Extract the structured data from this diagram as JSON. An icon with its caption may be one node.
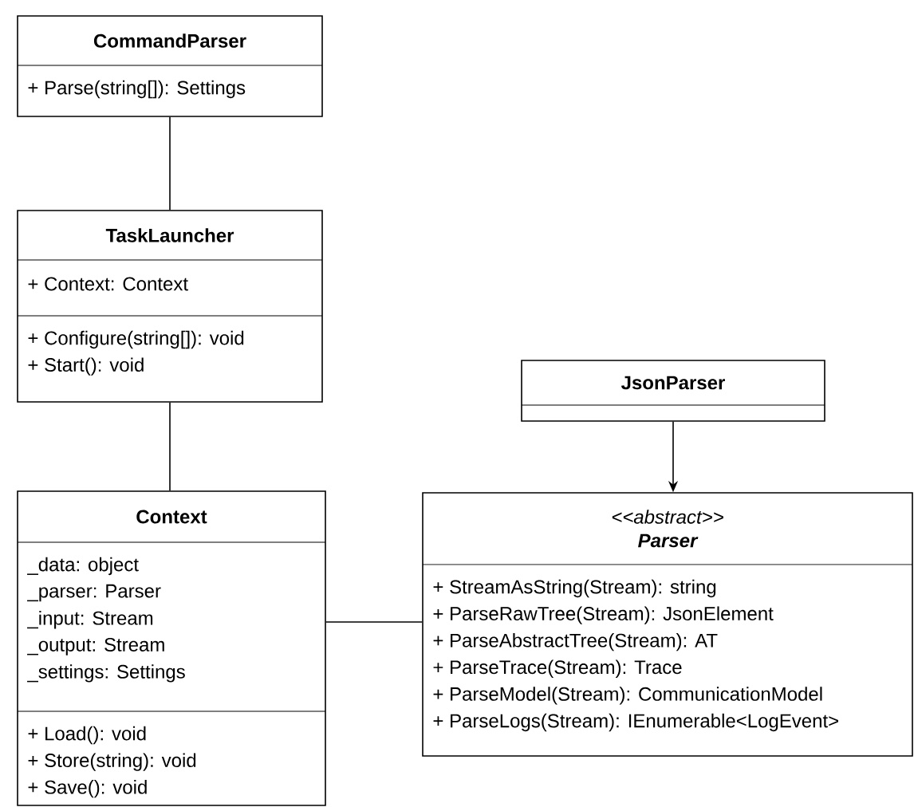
{
  "diagram": {
    "nodes": [
      {
        "text": [
          "CommandParser",
          "+ Parse(string[]): Settings"
        ]
      },
      {
        "text": [
          "TaskLauncher",
          "+ Context: Context",
          "+ Configure(string[]): void",
          "+ Start(): void"
        ]
      },
      {
        "text": [
          "JsonParser"
        ]
      },
      {
        "text": [
          "Context",
          "_data: object",
          "_parser: Parser",
          "_input: Stream",
          "_output: Stream",
          "_settings: Settings",
          "+ Load(): void",
          "+ Store(string): void",
          "+ Save(): void"
        ]
      },
      {
        "text": [
          "<<abstract>>",
          "Parser",
          "+ StreamAsString(Stream): string",
          "+ ParseRawTree(Stream): JsonElement",
          "+ ParseAbstractTree(Stream): AT",
          "+ ParseTrace(Stream): Trace",
          "+ ParseModel(Stream): CommunicationModel",
          "+ ParseLogs(Stream): IEnumerable<LogEvent>"
        ]
      }
    ],
    "edges": [
      {
        "from": 0,
        "to": 1,
        "arrow": "none"
      },
      {
        "from": 1,
        "to": 3,
        "arrow": "none"
      },
      {
        "from": 2,
        "to": 4,
        "arrow": "to"
      },
      {
        "from": 3,
        "to": 4,
        "arrow": "none"
      }
    ]
  }
}
